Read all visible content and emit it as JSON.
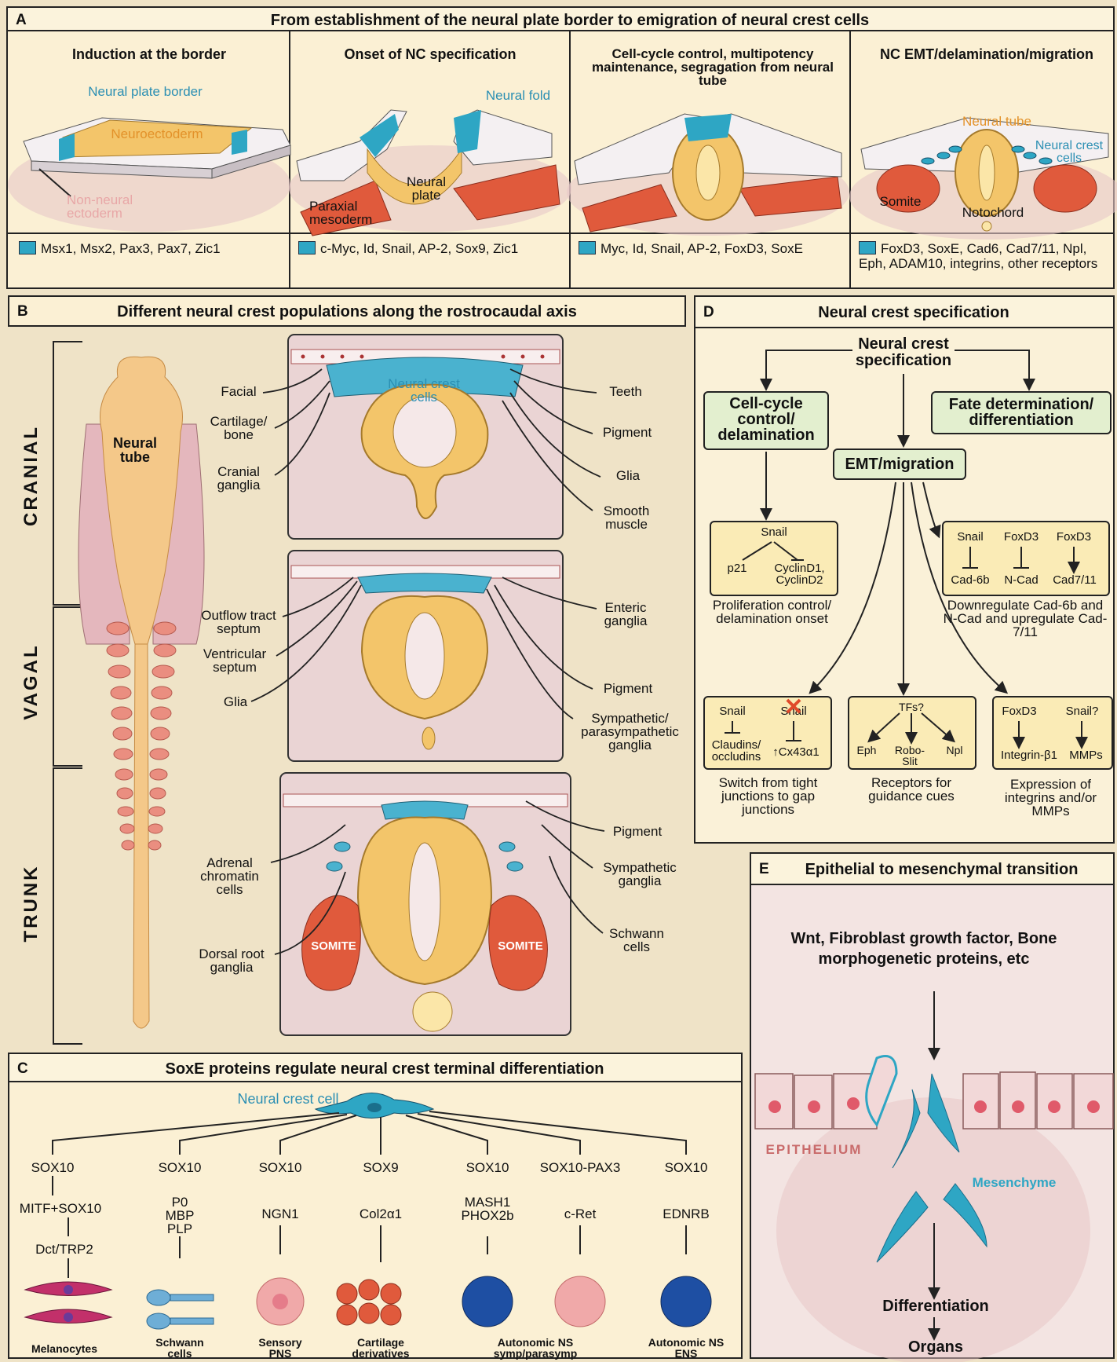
{
  "panelA": {
    "label": "A",
    "title": "From establishment of the neural plate border to emigration of neural crest cells",
    "stage1": {
      "title": "Induction at the border",
      "npb": "Neural plate border",
      "neuroecto": "Neuroectoderm",
      "nonneural": "Non-neural ectoderm",
      "genes": "Msx1, Msx2, Pax3, Pax7, Zic1"
    },
    "stage2": {
      "title": "Onset of NC specification",
      "fold": "Neural fold",
      "plate": "Neural plate",
      "paraxial": "Paraxial mesoderm",
      "genes": "c-Myc, Id, Snail, AP-2, Sox9, Zic1"
    },
    "stage3": {
      "title": "Cell-cycle control, multipotency maintenance, segragation from neural tube",
      "genes": "Myc, Id, Snail, AP-2, FoxD3, SoxE"
    },
    "stage4": {
      "title": "NC EMT/delamination/migration",
      "tube": "Neural tube",
      "nccells": "Neural crest cells",
      "somite": "Somite",
      "notochord": "Notochord",
      "genes": "FoxD3, SoxE, Cad6, Cad7/11, Npl, Eph, ADAM10, integrins, other receptors"
    }
  },
  "panelB": {
    "label": "B",
    "title": "Different neural crest populations along the rostrocaudal axis",
    "regions": [
      "CRANIAL",
      "VAGAL",
      "TRUNK"
    ],
    "neural_tube": "Neural tube",
    "ncc": "Neural crest cells",
    "somite": "SOMITE",
    "cranial_left": [
      "Facial",
      "Cartilage/ bone",
      "Cranial ganglia"
    ],
    "cranial_right": [
      "Teeth",
      "Pigment",
      "Glia",
      "Smooth muscle"
    ],
    "vagal_left": [
      "Outflow tract septum",
      "Ventricular septum",
      "Glia"
    ],
    "vagal_right": [
      "Enteric ganglia",
      "Pigment",
      "Sympathetic/ parasympathetic ganglia"
    ],
    "trunk_left": [
      "Adrenal chromatin cells",
      "Dorsal root ganglia"
    ],
    "trunk_right": [
      "Pigment",
      "Sympathetic ganglia",
      "Schwann cells"
    ]
  },
  "panelC": {
    "label": "C",
    "title": "SoxE proteins regulate neural crest terminal differentiation",
    "root": "Neural crest cell",
    "columns": [
      {
        "tf": "SOX10",
        "mid": "MITF+SOX10",
        "target": "Dct/TRP2",
        "cell": "Melanocytes"
      },
      {
        "tf": "SOX10",
        "mid": "",
        "target": "P0 MBP PLP",
        "cell": "Schwann cells"
      },
      {
        "tf": "SOX10",
        "mid": "",
        "target": "NGN1",
        "cell": "Sensory PNS"
      },
      {
        "tf": "SOX9",
        "mid": "",
        "target": "Col2α1",
        "cell": "Cartilage derivatives"
      },
      {
        "tf": "SOX10",
        "mid": "",
        "target": "MASH1 PHOX2b",
        "cell": "Autonomic NS symp/parasymp"
      },
      {
        "tf": "SOX10-PAX3",
        "mid": "",
        "target": "c-Ret",
        "cell": ""
      },
      {
        "tf": "SOX10",
        "mid": "",
        "target": "EDNRB",
        "cell": "Autonomic NS ENS"
      }
    ]
  },
  "panelD": {
    "label": "D",
    "title": "Neural crest specification",
    "root": "Neural crest specification",
    "cellcycle": "Cell-cycle control/ delamination",
    "fate": "Fate determination/ differentiation",
    "emt": "EMT/migration",
    "box1": {
      "a": "Snail",
      "b": "p21",
      "c": "CyclinD1, CyclinD2",
      "caption": "Proliferation control/ delamination onset"
    },
    "box2": {
      "a": "Snail",
      "b": "FoxD3",
      "c": "FoxD3",
      "d": "Cad-6b",
      "e": "N-Cad",
      "f": "Cad7/11",
      "caption": "Downregulate Cad-6b and N-Cad and upregulate Cad-7/11"
    },
    "box3": {
      "a": "Snail",
      "b": "Snail",
      "c": "Claudins/ occludins",
      "d": "↑Cx43α1",
      "caption": "Switch from tight junctions to gap junctions"
    },
    "box4": {
      "a": "TFs?",
      "b": "Eph",
      "c": "Robo- Slit",
      "d": "Npl",
      "caption": "Receptors for guidance cues"
    },
    "box5": {
      "a": "FoxD3",
      "b": "Snail?",
      "c": "Integrin-β1",
      "d": "MMPs",
      "caption": "Expression of integrins and/or MMPs"
    }
  },
  "panelE": {
    "label": "E",
    "title": "Epithelial to mesenchymal transition",
    "signals": "Wnt, Fibroblast growth factor, Bone morphogenetic proteins, etc",
    "epithelium": "EPITHELIUM",
    "mesenchyme": "Mesenchyme",
    "differentiation": "Differentiation",
    "organs": "Organs"
  },
  "colors": {
    "teal": "#2ea6c4",
    "yellow": "#f3c56a",
    "red": "#e05a3c",
    "pink": "#e6c0c3",
    "box": "#faebb6",
    "green": "#e3efcf"
  }
}
